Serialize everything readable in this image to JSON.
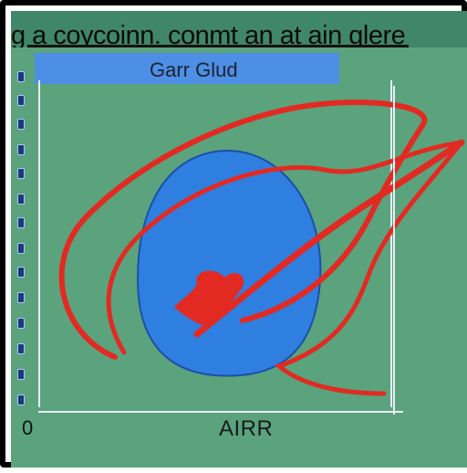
{
  "header": {
    "title": "ɡ a coycoinn. conmt an at ain glere"
  },
  "legend_bar": {
    "label": "Garr  Glud"
  },
  "axes": {
    "x_label": "AIRR",
    "origin_label": "0"
  },
  "colors": {
    "panel_bg": "#5aa37d",
    "header_bg": "#3f8768",
    "legend_bar": "#4d8fe4",
    "blob": "#2f7fe0",
    "curve": "#e22a22"
  },
  "icons": [
    "y-tick-marker"
  ]
}
